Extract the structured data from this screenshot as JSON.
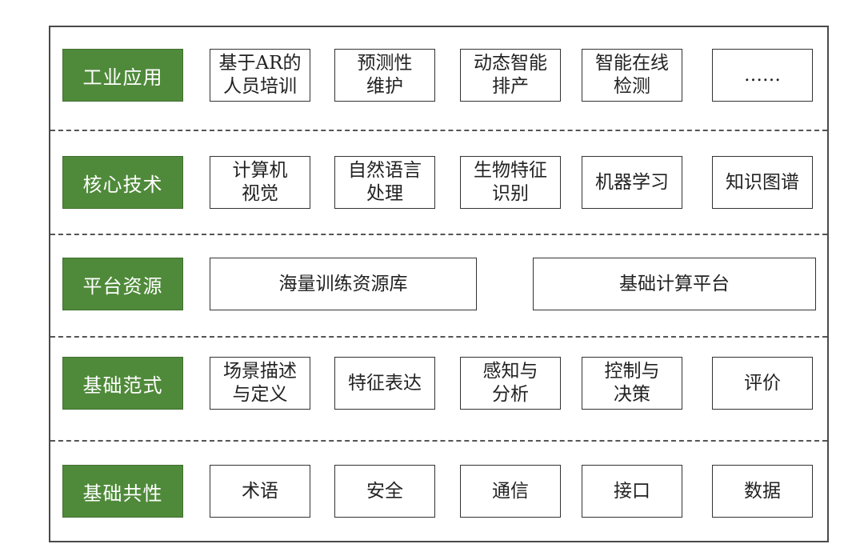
{
  "rows": [
    {
      "label": "工业应用",
      "items": [
        "基于AR的\n人员培训",
        "预测性\n维护",
        "动态智能\n排产",
        "智能在线\n检测",
        "……"
      ]
    },
    {
      "label": "核心技术",
      "items": [
        "计算机\n视觉",
        "自然语言\n处理",
        "生物特征\n识别",
        "机器学习",
        "知识图谱"
      ]
    },
    {
      "label": "平台资源",
      "items": [
        "海量训练资源库",
        "基础计算平台"
      ]
    },
    {
      "label": "基础范式",
      "items": [
        "场景描述\n与定义",
        "特征表达",
        "感知与\n分析",
        "控制与\n决策",
        "评价"
      ]
    },
    {
      "label": "基础共性",
      "items": [
        "术语",
        "安全",
        "通信",
        "接口",
        "数据"
      ]
    }
  ],
  "colors": {
    "label_fill": "#4f8a3a",
    "label_text": "#ffffff",
    "border": "#333333"
  }
}
